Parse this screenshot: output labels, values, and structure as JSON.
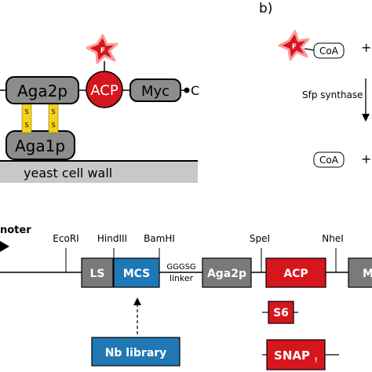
{
  "panel_b": {
    "label": "b)",
    "coa_label": "CoA",
    "fluor_label": "F",
    "plus": "+",
    "enzyme_label": "Sfp synthase",
    "coa_product_label": "CoA",
    "plus_product": "+"
  },
  "panel_a": {
    "aga2p_label": "Aga2p",
    "acp_label": "ACP",
    "myc_label": "Myc",
    "c_term_label": "C",
    "fluor_label": "F",
    "aga1p_label": "Aga1p",
    "ss_left": [
      "S",
      "S"
    ],
    "ss_right": [
      "S",
      "S"
    ],
    "cell_wall_label": "yeast cell wall"
  },
  "construct": {
    "promoter_label": "noter",
    "sites": {
      "ecori": "EcoRI",
      "hindiii": "HindIII",
      "bamhi": "BamHI",
      "spei": "SpeI",
      "nhei": "NheI"
    },
    "boxes": {
      "ls": "LS",
      "mcs": "MCS",
      "linker_seq": "GGGSG",
      "linker": "linker",
      "aga2p": "Aga2p",
      "acp": "ACP",
      "last": "M"
    },
    "alternatives": {
      "s6": "S6",
      "snap": "SNAP",
      "snap_sub": "f"
    },
    "library_label": "Nb library"
  },
  "colors": {
    "gray_box": "#8c8c8c",
    "light_gray": "#c8c8c8",
    "red": "#d6161d",
    "blue": "#1f78b4",
    "yellow": "#f2d21a"
  }
}
